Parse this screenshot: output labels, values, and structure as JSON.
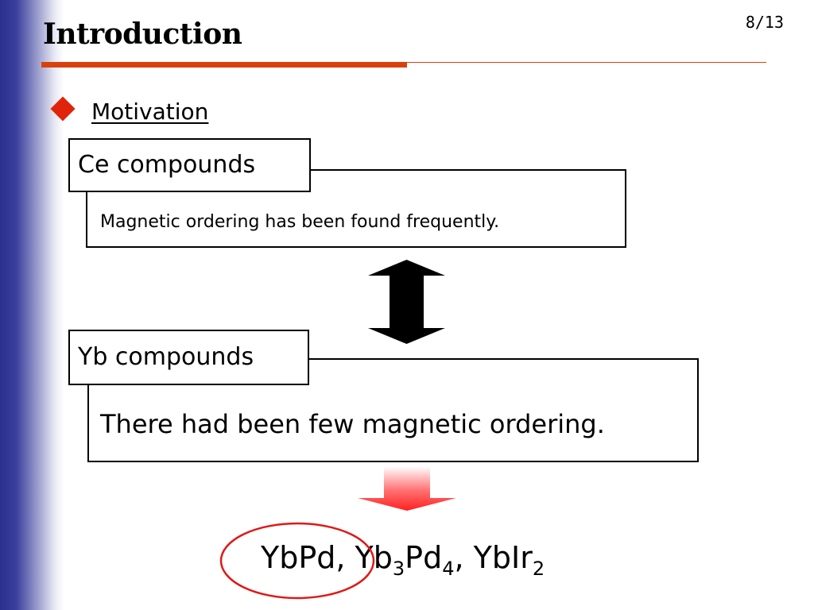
{
  "slide": {
    "title": "Introduction",
    "page_number": "8/13",
    "section_heading": "Motivation"
  },
  "ce": {
    "label": "Ce compounds",
    "text": "Magnetic ordering has been found frequently."
  },
  "yb": {
    "label": "Yb compounds",
    "text": "There had been few magnetic ordering."
  },
  "compounds": {
    "c1": "YbPd",
    "sep1": ", ",
    "c2_base": "Yb",
    "c2_sub1": "3",
    "c2_mid": "Pd",
    "c2_sub2": "4",
    "sep2": ", ",
    "c3_base": "YbIr",
    "c3_sub": "2"
  },
  "colors": {
    "accent_rule": "#d9410b",
    "bullet": "#e0240b",
    "band": "#2b2f8f",
    "highlight_ellipse": "#e01818"
  },
  "icons": {
    "bullet": "diamond-bullet-icon",
    "compare": "double-arrow-icon",
    "result": "down-arrow-icon"
  }
}
